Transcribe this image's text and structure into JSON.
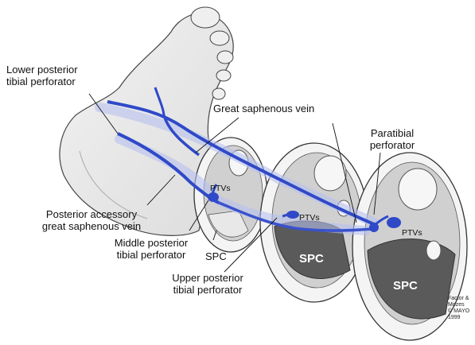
{
  "labels": {
    "lower_posterior_line1": "Lower posterior",
    "lower_posterior_line2": "tibial perforator",
    "great_saphenous": "Great saphenous vein",
    "paratibial_line1": "Paratibial",
    "paratibial_line2": "perforator",
    "posterior_accessory_line1": "Posterior accessory",
    "posterior_accessory_line2": "great saphenous vein",
    "middle_posterior_line1": "Middle posterior",
    "middle_posterior_line2": "tibial perforator",
    "upper_posterior_line1": "Upper posterior",
    "upper_posterior_line2": "tibial perforator",
    "spc_small": "SPC",
    "spc_mid": "SPC",
    "spc_large": "SPC",
    "ptvs_1": "PTVs",
    "ptvs_2": "PTVs",
    "ptvs_3": "PTVs"
  },
  "credit": {
    "line1": "Factor & Mozes",
    "line2": "© MAYO",
    "line3": "1999"
  },
  "colors": {
    "vein": "#2f49c8",
    "vein_light": "#8fa0e6",
    "section_gray": "#595959",
    "muscle_light": "#cfcfcf"
  }
}
